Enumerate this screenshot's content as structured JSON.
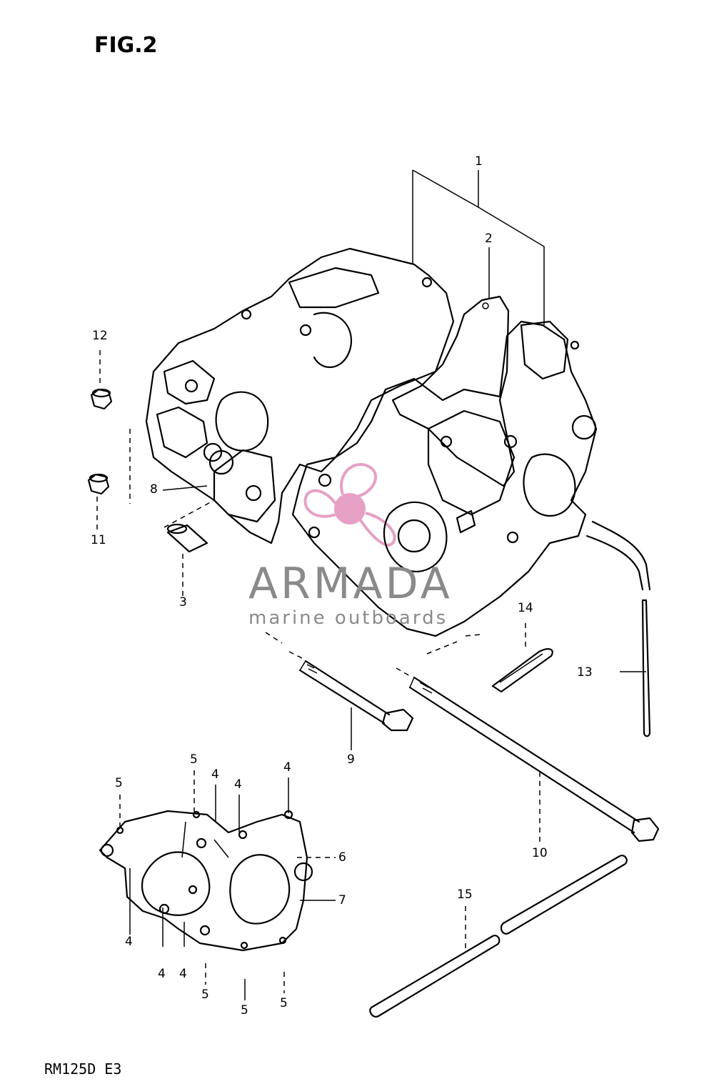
{
  "figure": {
    "title": "FIG.2",
    "model_code": "RM125D E3"
  },
  "callouts": [
    {
      "id": "c1",
      "text": "1"
    },
    {
      "id": "c2",
      "text": "2"
    },
    {
      "id": "c3",
      "text": "3"
    },
    {
      "id": "c4a",
      "text": "4"
    },
    {
      "id": "c4b",
      "text": "4"
    },
    {
      "id": "c4c",
      "text": "4"
    },
    {
      "id": "c4d",
      "text": "4"
    },
    {
      "id": "c4e",
      "text": "4"
    },
    {
      "id": "c4f",
      "text": "4"
    },
    {
      "id": "c5a",
      "text": "5"
    },
    {
      "id": "c5b",
      "text": "5"
    },
    {
      "id": "c5c",
      "text": "5"
    },
    {
      "id": "c5d",
      "text": "5"
    },
    {
      "id": "c5e",
      "text": "5"
    },
    {
      "id": "c6",
      "text": "6"
    },
    {
      "id": "c7",
      "text": "7"
    },
    {
      "id": "c8",
      "text": "8"
    },
    {
      "id": "c9",
      "text": "9"
    },
    {
      "id": "c10",
      "text": "10"
    },
    {
      "id": "c11",
      "text": "11"
    },
    {
      "id": "c12",
      "text": "12"
    },
    {
      "id": "c13",
      "text": "13"
    },
    {
      "id": "c14",
      "text": "14"
    },
    {
      "id": "c15",
      "text": "15"
    }
  ],
  "watermark": {
    "name": "ARMADA",
    "tagline": "marine outboards",
    "color": "#e6a0c4"
  }
}
